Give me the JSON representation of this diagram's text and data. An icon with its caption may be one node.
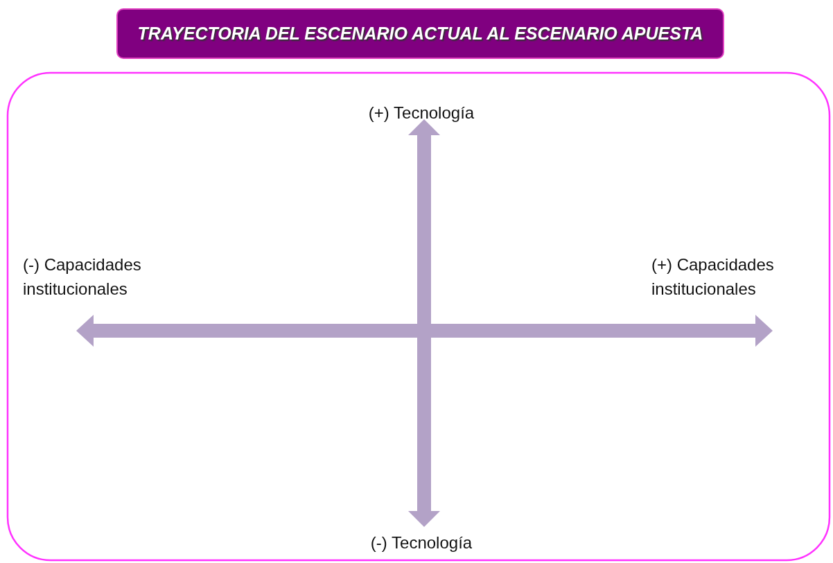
{
  "diagram": {
    "title": "TRAYECTORIA DEL ESCENARIO ACTUAL AL ESCENARIO APUESTA",
    "labels": [
      "(+) Tecnología",
      "(-) Capacidades institucionales",
      "(+) Capacidades institucionales",
      "(-) Tecnología"
    ]
  }
}
